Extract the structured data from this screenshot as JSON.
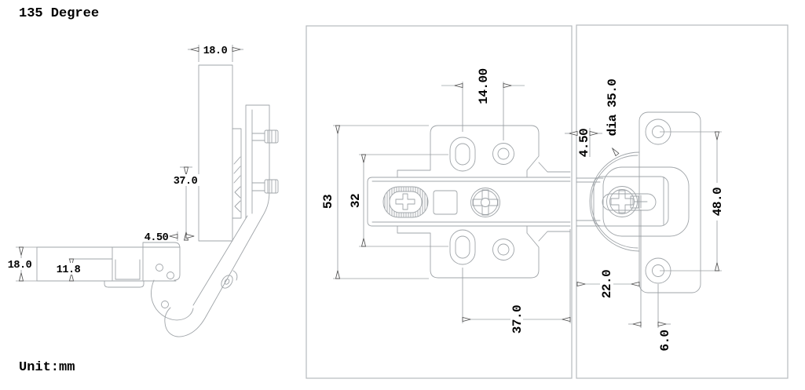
{
  "title": "135 Degree",
  "unit_label": "Unit:mm",
  "colors": {
    "line": "#9fa4a8",
    "border": "#b6babd",
    "text": "#000000",
    "arrow": "#555555"
  },
  "side_view": {
    "dim_door_width": "18.0",
    "dim_arm_height": "37.0",
    "dim_gap": "4.50",
    "dim_panel_thickness": "18.0",
    "dim_cup_depth": "11.8"
  },
  "plate_view": {
    "dim_hole_pitch": "14.00",
    "dim_plate_length": "53",
    "dim_slot_pitch": "32",
    "dim_arm_span": "37.0"
  },
  "cup_view": {
    "dim_cup_dia": "dia 35.0",
    "dim_door_gap": "4.50",
    "dim_screw_pitch": "48.0",
    "dim_cup_setback": "22.0",
    "dim_offset": "6.0"
  }
}
